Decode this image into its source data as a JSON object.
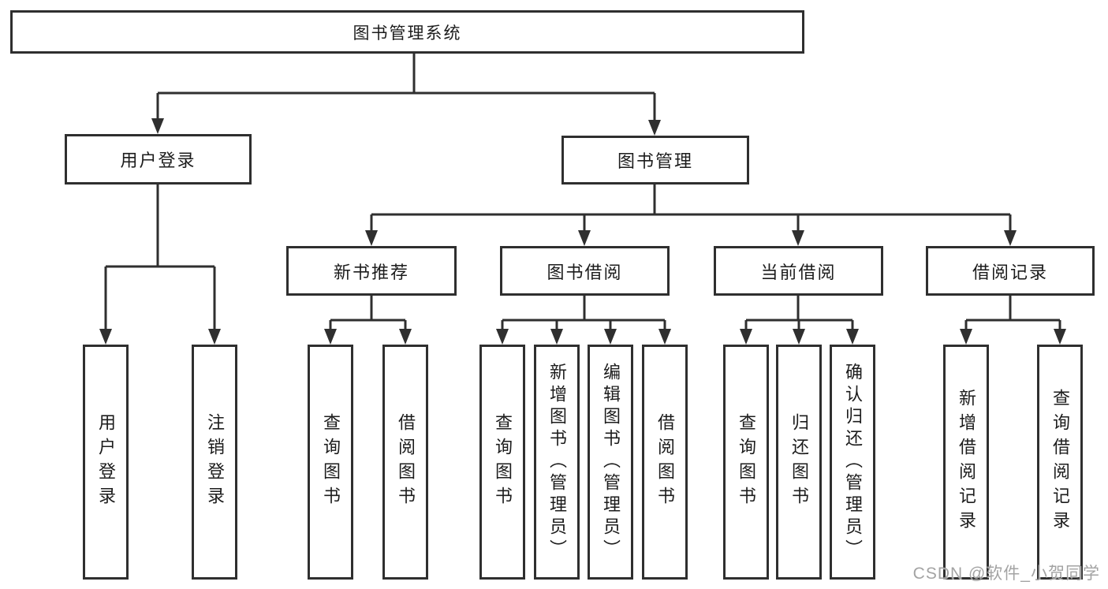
{
  "tree": {
    "root": "图书管理系统",
    "user_login": {
      "label": "用户登录",
      "children": [
        "用户登录",
        "注销登录"
      ]
    },
    "book_mgmt": {
      "label": "图书管理",
      "sections": [
        {
          "label": "新书推荐",
          "children": [
            "查询图书",
            "借阅图书"
          ]
        },
        {
          "label": "图书借阅",
          "children": [
            "查询图书",
            "新增图书（管理员）",
            "编辑图书（管理员）",
            "借阅图书"
          ]
        },
        {
          "label": "当前借阅",
          "children": [
            "查询图书",
            "归还图书",
            "确认归还（管理员）"
          ]
        },
        {
          "label": "借阅记录",
          "children": [
            "新增借阅记录",
            "查询借阅记录"
          ]
        }
      ]
    }
  },
  "watermark": "CSDN @软件_小贺同学",
  "colors": {
    "line": "#2f2f2f",
    "box_border": "#2f2f2f",
    "box_fill": "#ffffff",
    "text": "#1c1c1c",
    "watermark": "#9e9e9e",
    "background": "#ffffff"
  }
}
